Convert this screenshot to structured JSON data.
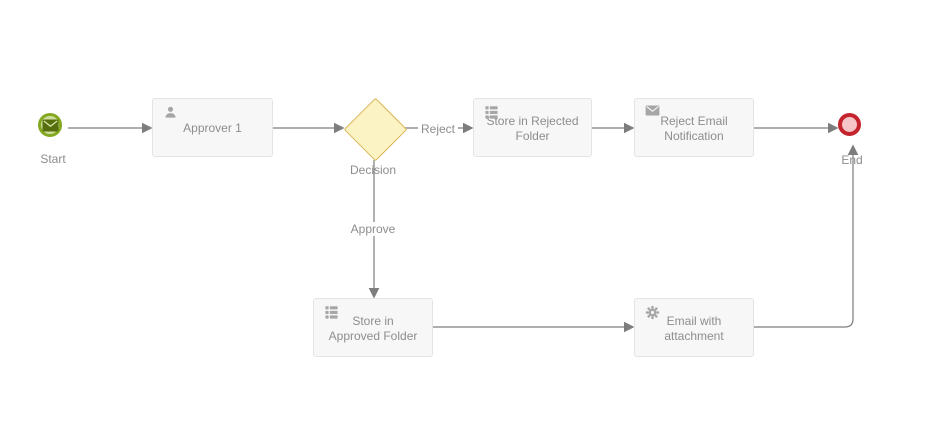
{
  "workflow": {
    "nodes": {
      "start": {
        "label": "Start",
        "icon": "envelope-icon"
      },
      "approver1": {
        "label": "Approver 1",
        "icon": "user-icon"
      },
      "decision": {
        "label": "Decision"
      },
      "store_rejected": {
        "label": "Store in Rejected\nFolder",
        "icon": "server-icon"
      },
      "reject_email": {
        "label": "Reject Email\nNotification",
        "icon": "envelope-icon"
      },
      "store_approved": {
        "label": "Store in\nApproved Folder",
        "icon": "server-icon"
      },
      "email_attachment": {
        "label": "Email with\nattachment",
        "icon": "gear-icon"
      },
      "end": {
        "label": "End"
      }
    },
    "edge_labels": {
      "reject": "Reject",
      "approve": "Approve"
    },
    "theme": {
      "canvas_bg": "#ffffff",
      "line_color": "#7d7d7d",
      "text_color": "#8d8d8d",
      "box_fill": "#f7f7f7",
      "box_border": "#e4e4e4",
      "icon_color": "#a6a6a6",
      "icon_detail": "#f2f2f2",
      "start_border": "#84a820",
      "start_fill": "#cede9e",
      "start_icon": "#566e0e",
      "start_icon_detail": "#cfe09f",
      "end_border": "#c4242e",
      "end_fill": "#f6c5c7",
      "decision_fill": "#fcf3c4",
      "decision_border": "#d6b656"
    }
  }
}
